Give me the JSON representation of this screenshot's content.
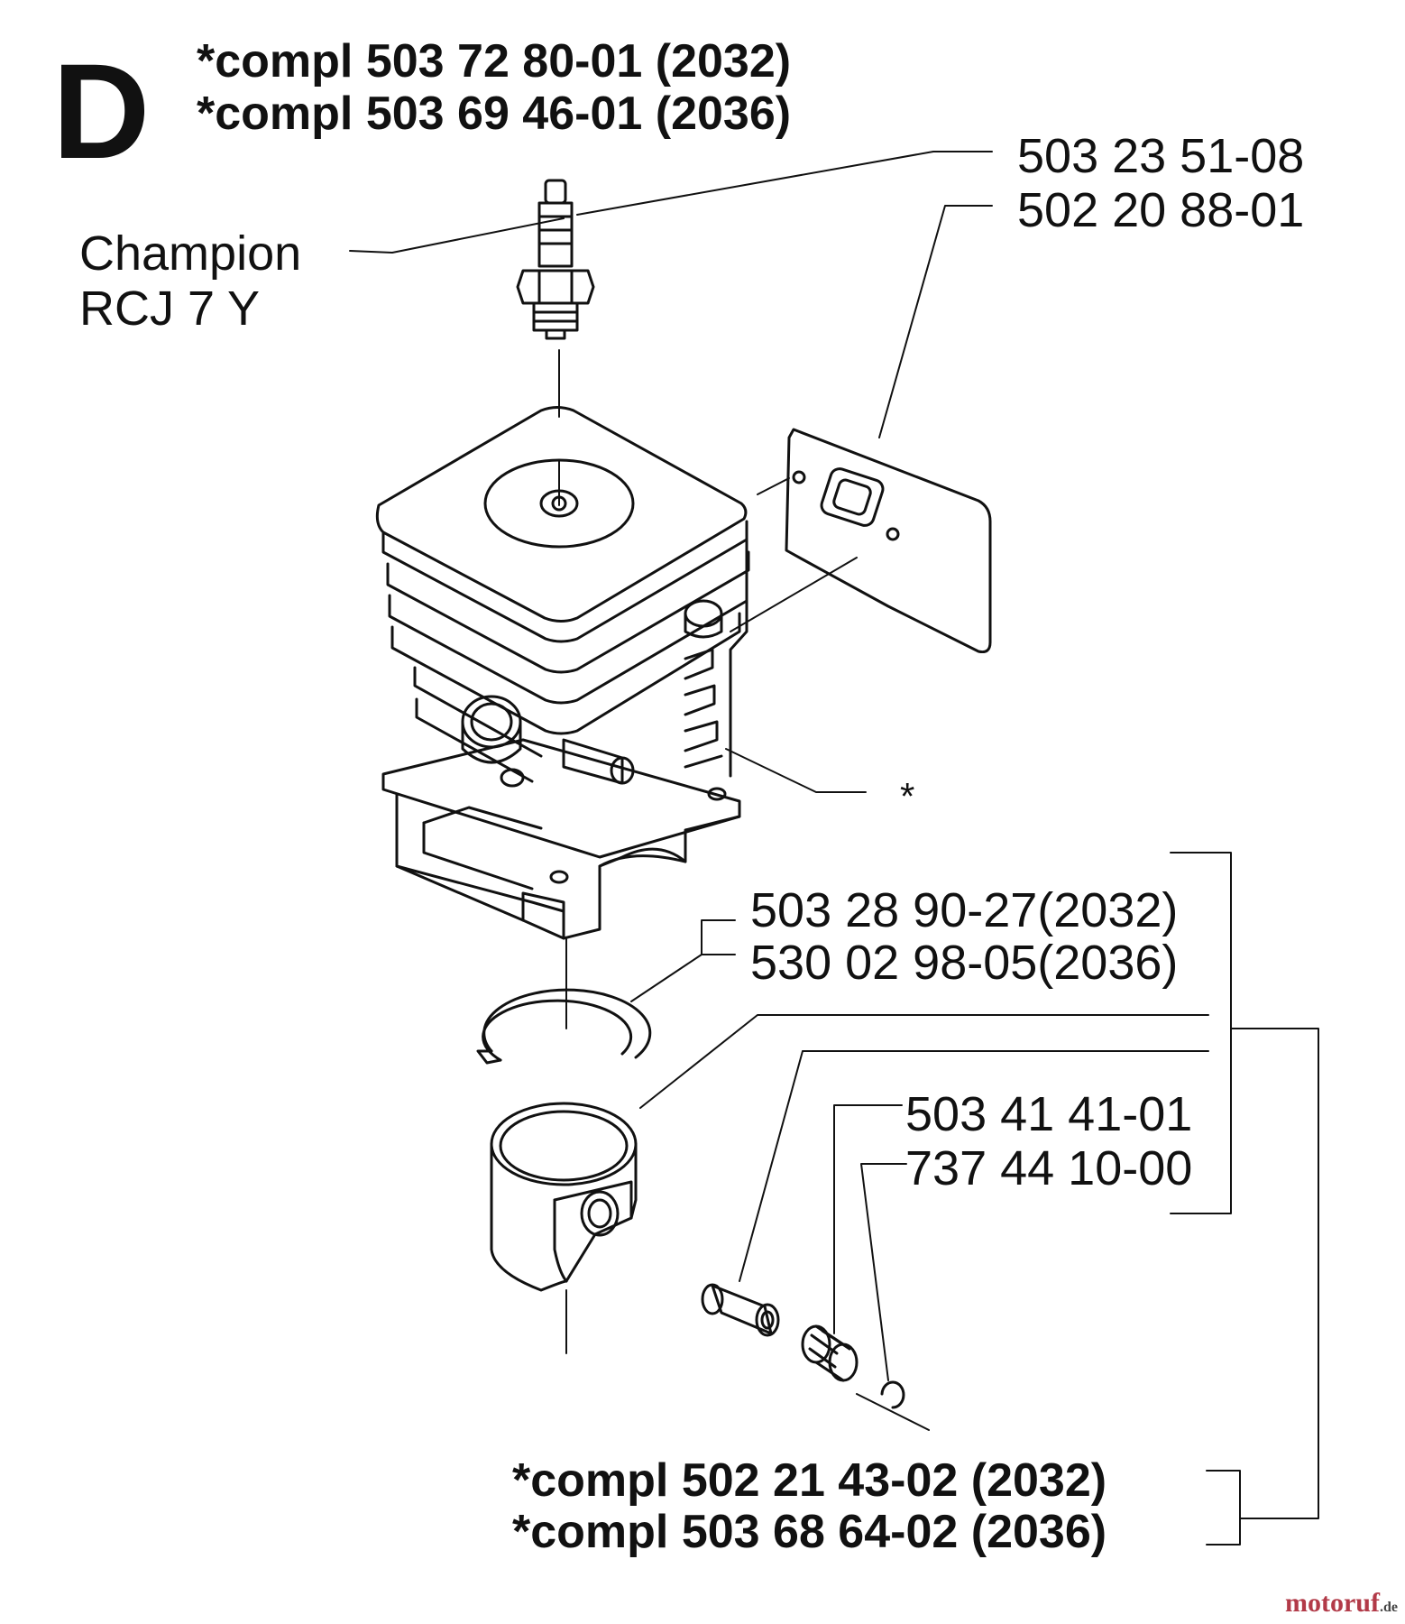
{
  "diagram": {
    "section_letter": "D",
    "cylinder_kit": [
      "*compl 503 72 80-01 (2032)",
      "*compl 503 69 46-01 (2036)"
    ],
    "spark_plug": [
      "Champion",
      "RCJ 7 Y"
    ],
    "gasket_parts": [
      "503 23 51-08",
      "502 20 88-01"
    ],
    "cylinder_marker": "*",
    "ring_parts": [
      "503 28 90-27(2032)",
      "530 02 98-05(2036)"
    ],
    "bearing_parts": [
      "503 41 41-01",
      "737 44 10-00"
    ],
    "piston_kit": [
      "*compl 502 21 43-02 (2032)",
      "*compl 503 68 64-02 (2036)"
    ],
    "watermark": {
      "main": "motoruf",
      "suffix": ".de"
    }
  },
  "colors": {
    "line": "#111111",
    "background": "#ffffff"
  }
}
